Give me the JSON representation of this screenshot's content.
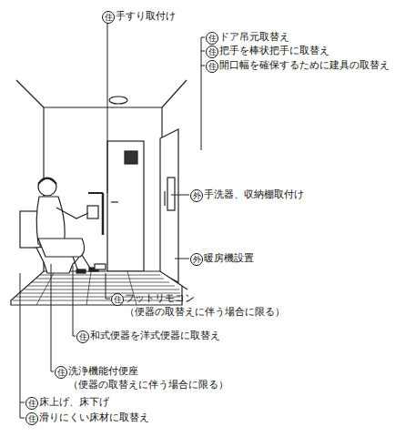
{
  "diagram": {
    "labels": [
      "住",
      "手すり取付け",
      "住",
      "ドア吊元取替え",
      "住",
      "把手を棒状把手に取替え",
      "住",
      "開口幅を確保するために建具の取替え",
      "外",
      "手洗器、収納棚取付け",
      "外",
      "暖房機設置",
      "住",
      "フットリモコン",
      "（便器の取替えに伴う場合に限る）",
      "住",
      "和式便器を洋式便器に取替え",
      "住",
      "洗浄機能付便座",
      "（便器の取替えに伴う場合に限る）",
      "住",
      "床上げ、床下げ",
      "住",
      "滑りにくい床材に取替え"
    ]
  }
}
